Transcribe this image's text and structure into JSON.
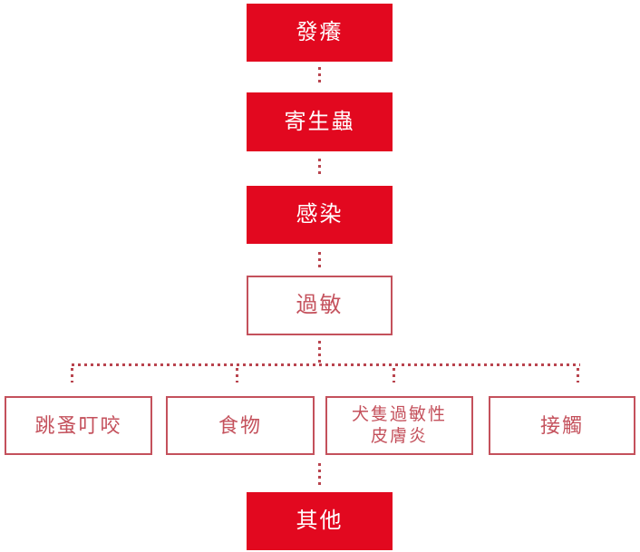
{
  "colors": {
    "solid_red": "#e2081f",
    "solid_text": "#ffffff",
    "outline_red": "#c4515c",
    "dot_red": "#b9444e",
    "background": "#ffffff"
  },
  "nodes": {
    "itching": {
      "label": "發癢"
    },
    "parasites": {
      "label": "寄生蟲"
    },
    "infection": {
      "label": "感染"
    },
    "allergy": {
      "label": "過敏"
    },
    "flea_bites": {
      "label": "跳蚤叮咬"
    },
    "food": {
      "label": "食物"
    },
    "allergic_dermatitis": {
      "label": "犬隻過敏性\n皮膚炎"
    },
    "contact": {
      "label": "接觸"
    },
    "others": {
      "label": "其他"
    }
  }
}
